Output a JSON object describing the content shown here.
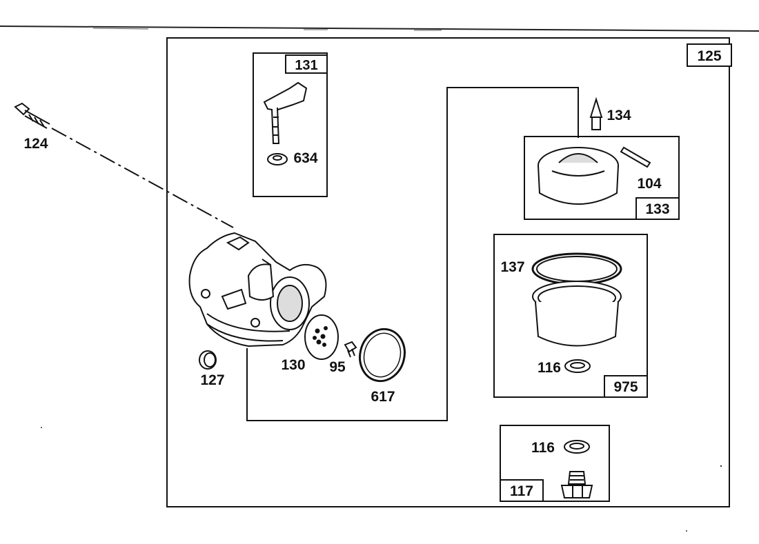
{
  "diagram": {
    "assembly_box_label": "125",
    "group_labels": {
      "float_bowl_needle_group": "131",
      "float_group": "133",
      "bowl_group": "975",
      "bowl_nut_group": "117"
    },
    "part_labels": {
      "screw": "124",
      "float_needle_assembly": "634",
      "inlet_needle": "134",
      "float_hinge_pin": "104",
      "bowl_gasket": "137",
      "bowl_washer_upper": "116",
      "bowl_washer_lower": "116",
      "welch_plug": "127",
      "diaphragm": "130",
      "screw_small": "95",
      "o_ring": "617"
    }
  }
}
